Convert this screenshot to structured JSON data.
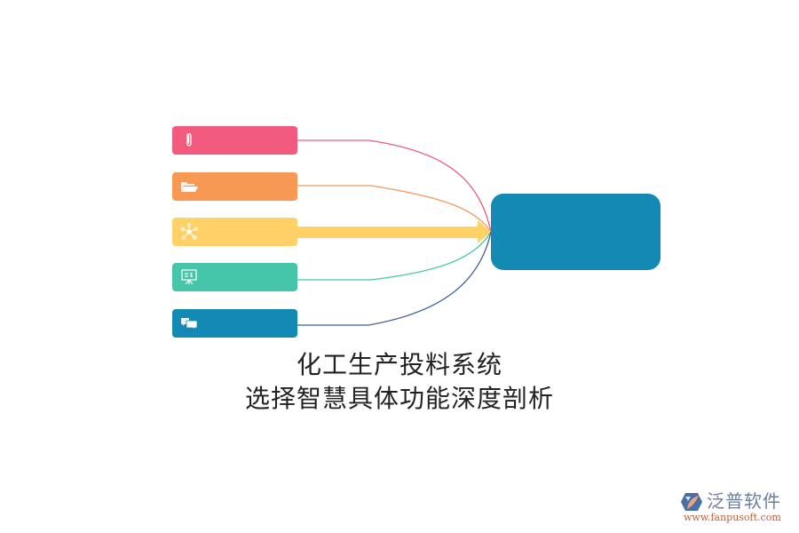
{
  "diagram": {
    "type": "fan-in mind map",
    "colors": {
      "pink": "#F25B7D",
      "orange": "#F79855",
      "yellow": "#FFD166",
      "teal": "#45C6A8",
      "blue": "#128AB4",
      "navy_link": "#3E5F9C",
      "hub": "#128AB4"
    },
    "cards": [
      {
        "id": 1,
        "icon": "paperclip-icon",
        "color": "#F25B7D",
        "link_color": "#EE5A80",
        "label": ""
      },
      {
        "id": 2,
        "icon": "folder-open-icon",
        "color": "#F79855",
        "link_color": "#F4975A",
        "label": ""
      },
      {
        "id": 3,
        "icon": "network-icon",
        "color": "#FFD166",
        "link_color": "#FFD166",
        "label": "",
        "highlighted": true
      },
      {
        "id": 4,
        "icon": "presentation-board-icon",
        "color": "#45C6A8",
        "link_color": "#45C6A8",
        "label": ""
      },
      {
        "id": 5,
        "icon": "chat-bubbles-icon",
        "color": "#128AB4",
        "link_color": "#3E5F9C",
        "label": ""
      }
    ],
    "hub": {
      "label": "",
      "color": "#128AB4"
    }
  },
  "caption": {
    "line1": "化工生产投料系统",
    "line2": "选择智慧具体功能深度剖析"
  },
  "logo": {
    "brand": "泛普软件",
    "url": "www.fanpusoft.com"
  }
}
